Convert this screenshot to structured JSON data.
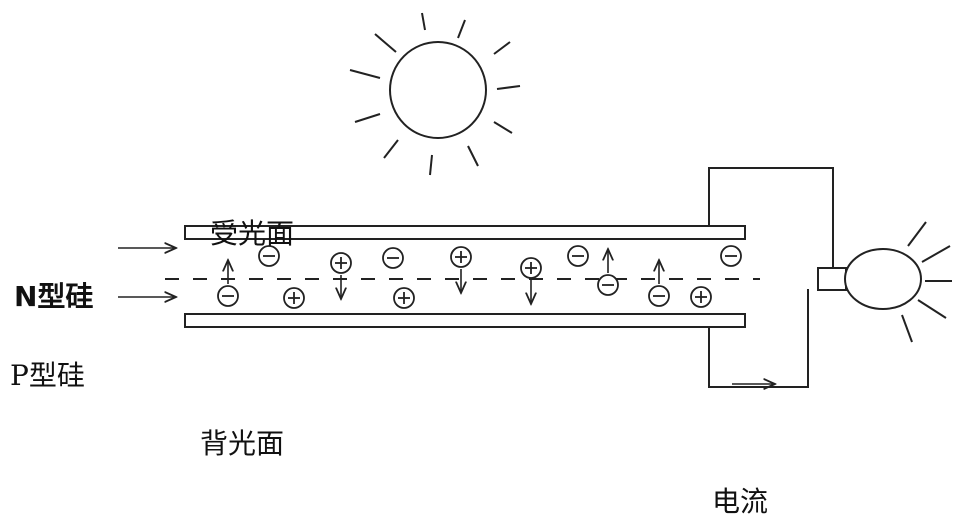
{
  "labels": {
    "receiving_face": "受光面",
    "n_type": "N型硅",
    "p_type": "P型硅",
    "back_face": "背光面",
    "current": "电流"
  },
  "charges": [
    {
      "sign": "-",
      "arrow": "up"
    },
    {
      "sign": "-",
      "arrow": "none"
    },
    {
      "sign": "+",
      "arrow": "none"
    },
    {
      "sign": "+",
      "arrow": "down"
    },
    {
      "sign": "-",
      "arrow": "none"
    },
    {
      "sign": "+",
      "arrow": "none"
    },
    {
      "sign": "+",
      "arrow": "down"
    },
    {
      "sign": "+",
      "arrow": "down"
    },
    {
      "sign": "-",
      "arrow": "up"
    },
    {
      "sign": "-",
      "arrow": "none"
    },
    {
      "sign": "-",
      "arrow": "up"
    },
    {
      "sign": "+",
      "arrow": "none"
    },
    {
      "sign": "-",
      "arrow": "none"
    }
  ],
  "colors": {
    "line": "#222222",
    "background": "#ffffff"
  }
}
